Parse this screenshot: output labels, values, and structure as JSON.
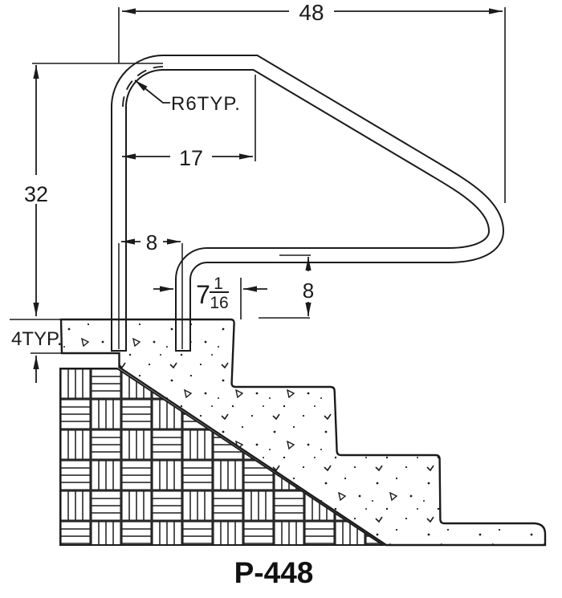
{
  "drawing": {
    "part_number": "P-448",
    "labels": {
      "overall_width": "48",
      "overall_height": "32",
      "top_straight_length": "17",
      "bend_radius": "R6TYP.",
      "post_spacing": "8",
      "grab_rail_height": "8",
      "post_to_step_whole": "7",
      "post_to_step_numerator": "1",
      "post_to_step_denominator": "16",
      "deck_thickness": "4TYP."
    }
  }
}
